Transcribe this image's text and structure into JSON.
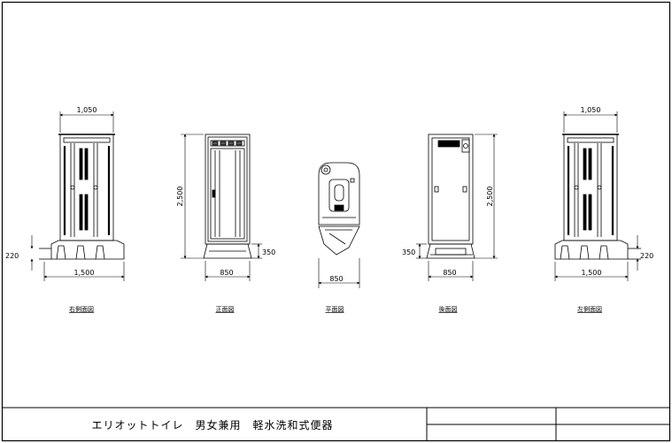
{
  "drawing": {
    "title": "エリオットトイレ　男女兼用　軽水洗和式便器",
    "views": {
      "right_side": {
        "caption": "右側面図",
        "dim_top": "1,050",
        "dim_bottom": "1,500",
        "dim_left": "220"
      },
      "front": {
        "caption": "正面図",
        "dim_height": "2,500",
        "dim_width": "850",
        "dim_base": "350"
      },
      "plan": {
        "caption": "平面図",
        "dim_width": "850"
      },
      "rear": {
        "caption": "後面図",
        "dim_height": "2,500",
        "dim_width": "850",
        "dim_base": "350"
      },
      "left_side": {
        "caption": "左側面図",
        "dim_top": "1,050",
        "dim_bottom": "1,500",
        "dim_right": "220"
      }
    }
  }
}
